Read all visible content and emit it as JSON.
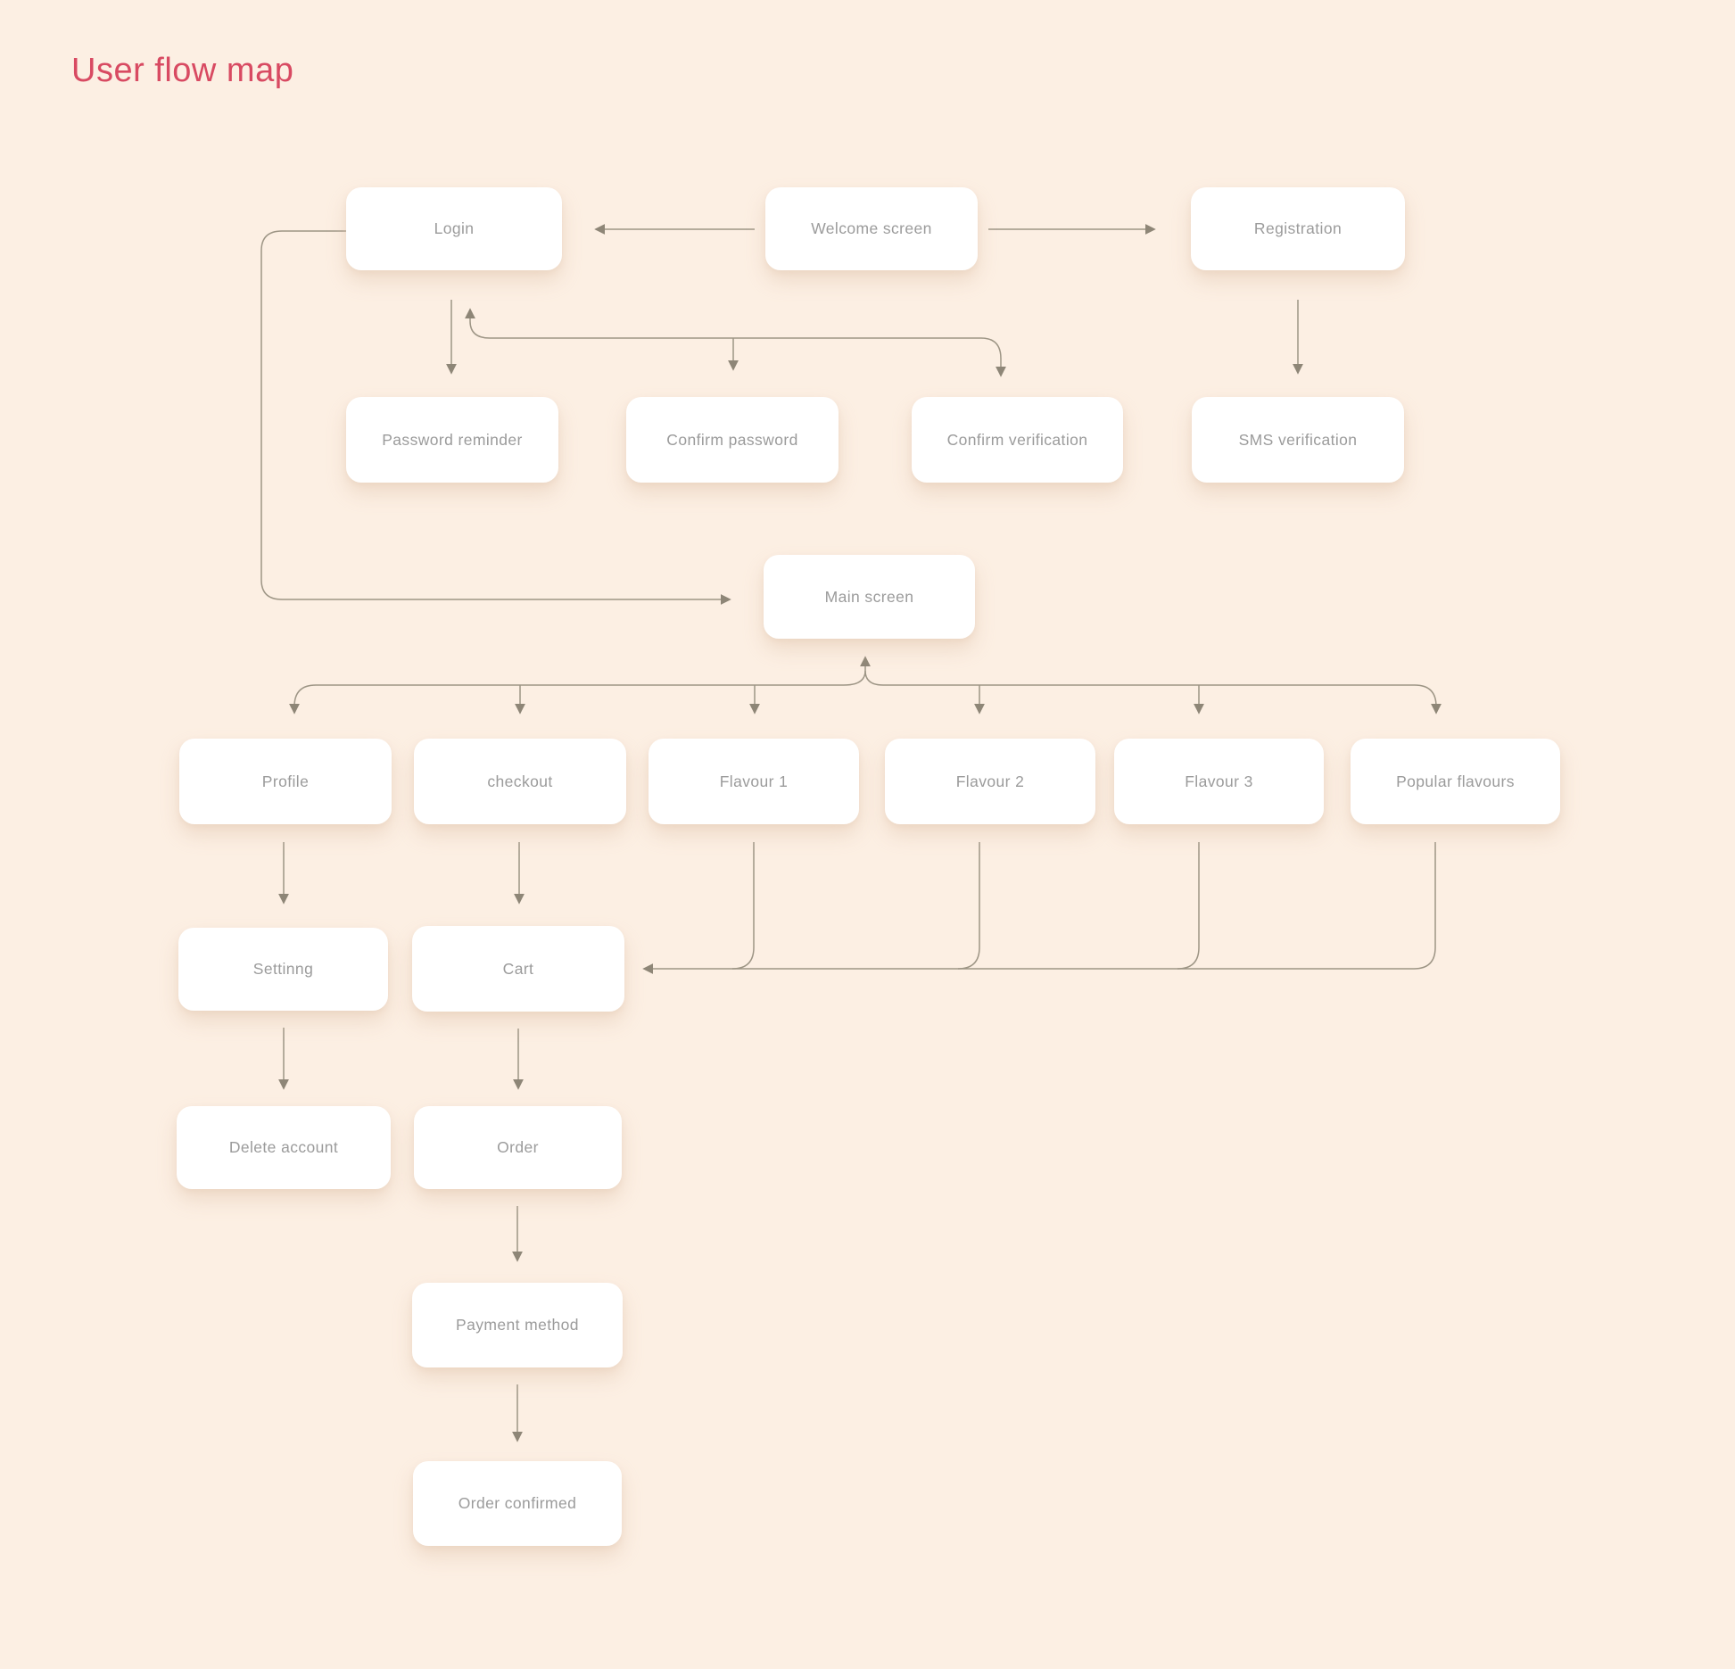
{
  "title": "User flow map",
  "colors": {
    "bg": "#fcefe3",
    "title_color": "#d84a62",
    "node_text": "#9b9b9b",
    "node_bg": "#ffffff",
    "line_color": "#9d9585",
    "arrow_color": "#8e8677"
  },
  "nodes": {
    "login": {
      "label": "Login"
    },
    "welcome": {
      "label": "Welcome screen"
    },
    "registration": {
      "label": "Registration"
    },
    "password_reminder": {
      "label": "Password reminder"
    },
    "confirm_password": {
      "label": "Confirm password"
    },
    "confirm_verification": {
      "label": "Confirm verification"
    },
    "sms_verification": {
      "label": "SMS verification"
    },
    "main_screen": {
      "label": "Main screen"
    },
    "profile": {
      "label": "Profile"
    },
    "checkout": {
      "label": "checkout"
    },
    "flavour1": {
      "label": "Flavour 1"
    },
    "flavour2": {
      "label": "Flavour 2"
    },
    "flavour3": {
      "label": "Flavour 3"
    },
    "popular_flavours": {
      "label": "Popular flavours"
    },
    "setting": {
      "label": "Settinng"
    },
    "cart": {
      "label": "Cart"
    },
    "delete_account": {
      "label": "Delete account"
    },
    "order": {
      "label": "Order"
    },
    "payment_method": {
      "label": "Payment method"
    },
    "order_confirmed": {
      "label": "Order confirmed"
    }
  },
  "edges": [
    {
      "from": "welcome",
      "to": "login"
    },
    {
      "from": "welcome",
      "to": "registration"
    },
    {
      "from": "login",
      "to": "password_reminder"
    },
    {
      "from": "login",
      "to": "confirm_password"
    },
    {
      "from": "login",
      "to": "confirm_verification"
    },
    {
      "from": "confirm_verification",
      "to": "login"
    },
    {
      "from": "registration",
      "to": "sms_verification"
    },
    {
      "from": "login",
      "to": "main_screen"
    },
    {
      "from": "main_screen",
      "to": "profile"
    },
    {
      "from": "main_screen",
      "to": "checkout"
    },
    {
      "from": "main_screen",
      "to": "flavour1"
    },
    {
      "from": "main_screen",
      "to": "flavour2"
    },
    {
      "from": "main_screen",
      "to": "flavour3"
    },
    {
      "from": "main_screen",
      "to": "popular_flavours"
    },
    {
      "from": "profile",
      "to": "setting"
    },
    {
      "from": "checkout",
      "to": "cart"
    },
    {
      "from": "flavour1",
      "to": "cart"
    },
    {
      "from": "flavour2",
      "to": "cart"
    },
    {
      "from": "flavour3",
      "to": "cart"
    },
    {
      "from": "popular_flavours",
      "to": "cart"
    },
    {
      "from": "setting",
      "to": "delete_account"
    },
    {
      "from": "cart",
      "to": "order"
    },
    {
      "from": "order",
      "to": "payment_method"
    },
    {
      "from": "payment_method",
      "to": "order_confirmed"
    }
  ]
}
